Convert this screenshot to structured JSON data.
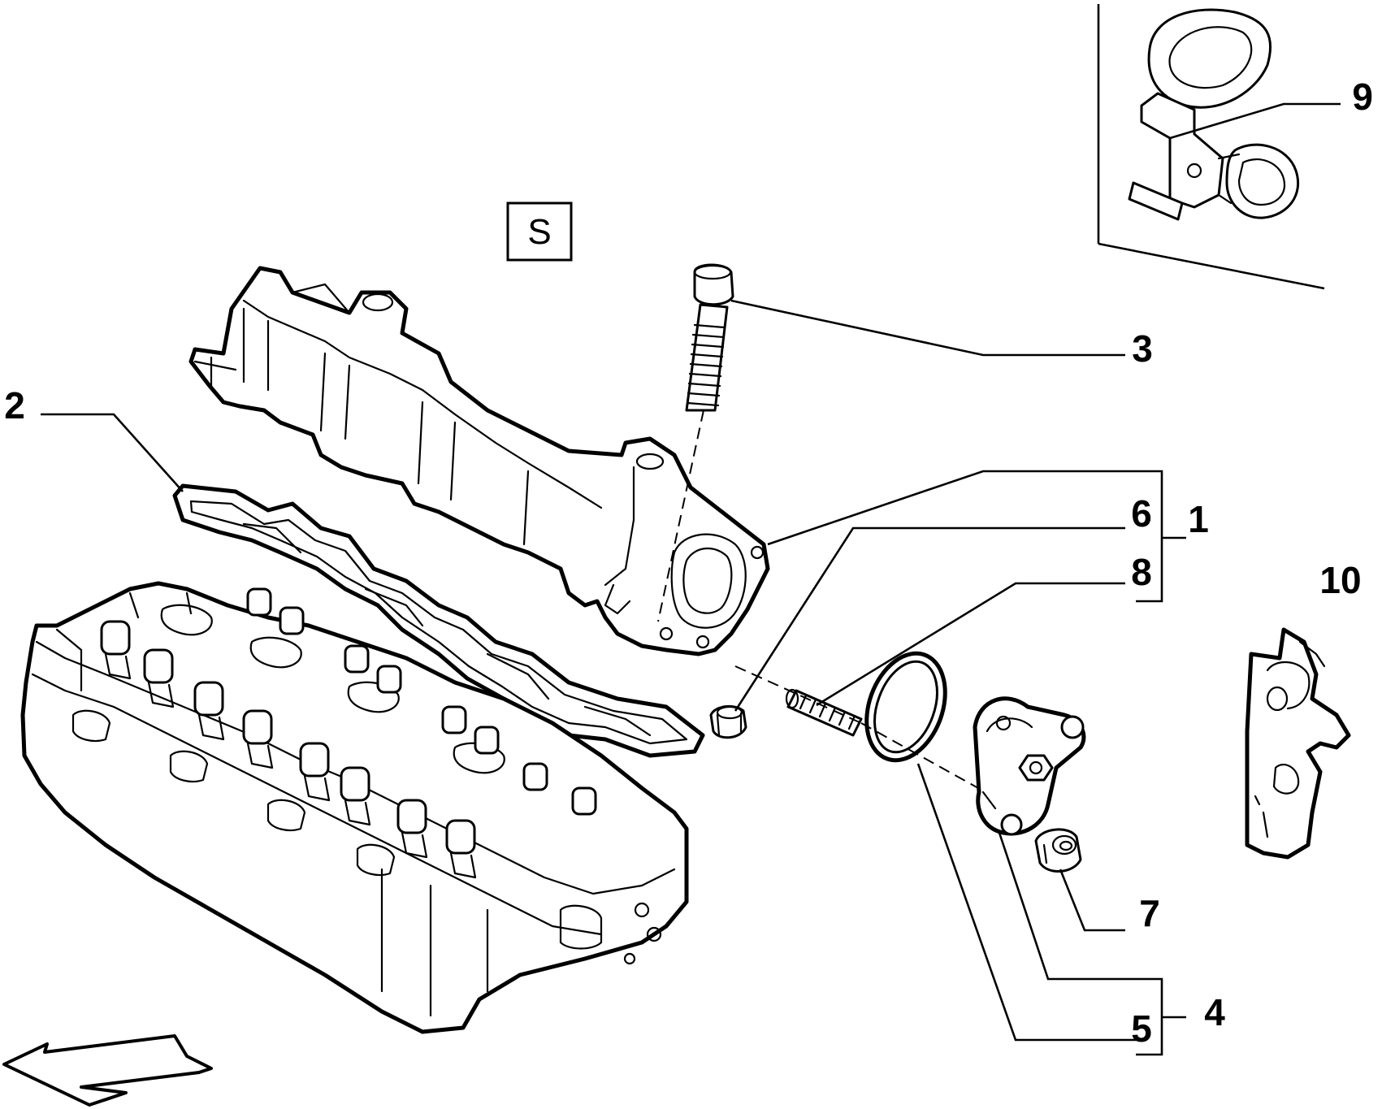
{
  "diagram": {
    "section_label": "S",
    "callouts": {
      "c1": "1",
      "c2": "2",
      "c3": "3",
      "c4": "4",
      "c5": "5",
      "c6": "6",
      "c7": "7",
      "c8": "8",
      "c9": "9",
      "c10": "10"
    },
    "colors": {
      "line": "#000000",
      "background": "#ffffff"
    }
  }
}
